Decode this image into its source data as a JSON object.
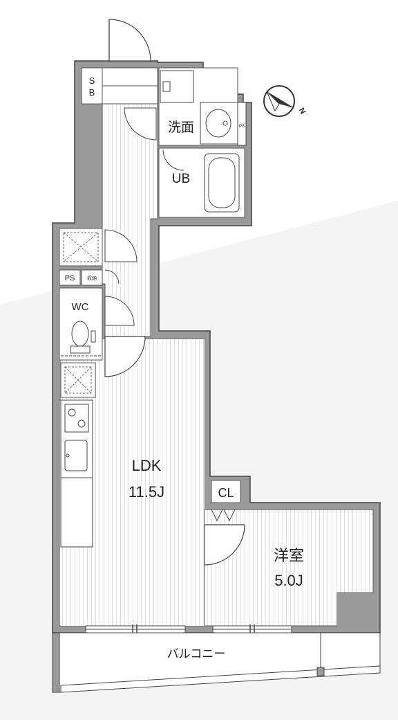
{
  "rooms": {
    "sb_line1": "S",
    "sb_line2": "B",
    "washroom": "洗面",
    "ps_small": "PS",
    "unit_bath": "UB",
    "ps": "PS",
    "storage": "収納",
    "wc": "WC",
    "ldk_name": "LDK",
    "ldk_size": "11.5J",
    "closet": "CL",
    "western_room_name": "洋室",
    "western_room_size": "5.0J",
    "balcony": "バルコニー"
  },
  "compass": {
    "north_label": "N"
  },
  "colors": {
    "wall": "#9a9a9a",
    "wall_outline": "#444444",
    "floor": "#ffffff",
    "flooring_lines": "#e2e2e2",
    "background": "#f4f4f4"
  }
}
